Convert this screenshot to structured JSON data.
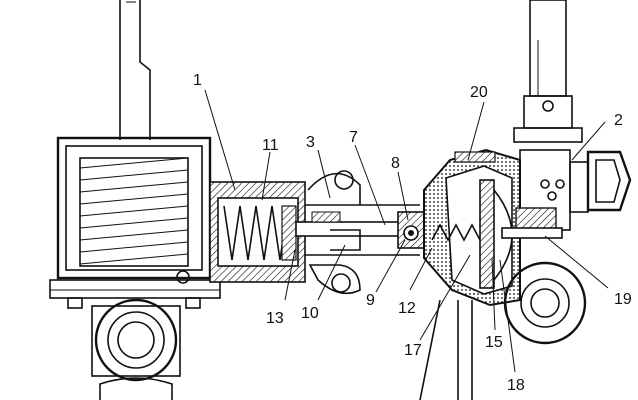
{
  "labels": {
    "n1": "1",
    "n2": "2",
    "n3": "3",
    "n7": "7",
    "n8": "8",
    "n9": "9",
    "n10": "10",
    "n11": "11",
    "n12": "12",
    "n13": "13",
    "n15": "15",
    "n17": "17",
    "n18": "18",
    "n19": "19",
    "n20": "20"
  }
}
